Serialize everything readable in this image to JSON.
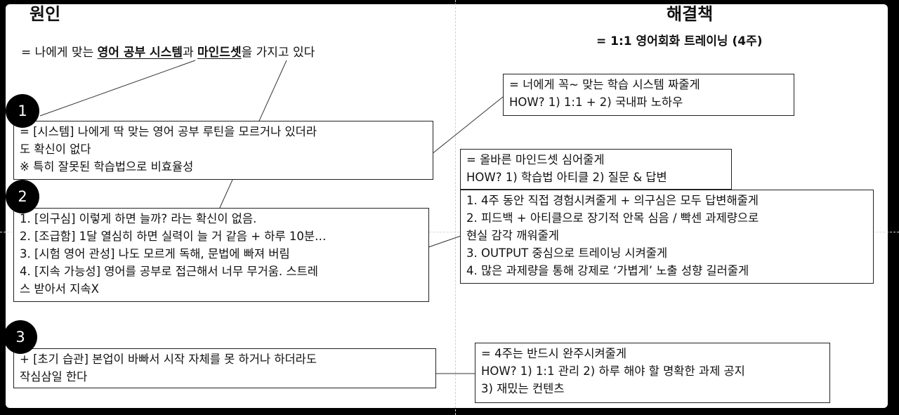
{
  "left": {
    "title": "원인",
    "intro": {
      "before": "= 나에게 맞는 ",
      "em1": "영어 공부 시스템",
      "mid": "과 ",
      "em2": "마인드셋",
      "after": "을 가지고 있다"
    },
    "badges": [
      "1",
      "2",
      "3"
    ],
    "cause1": [
      "= [시스템] 나에게 딱 맞는 영어 공부 루틴을 모르거나 있더라",
      "도 확신이 없다",
      "※ 특히 잘못된 학습법으로 비효율성"
    ],
    "cause2": [
      "1. [의구심] 이렇게 하면 늘까? 라는 확신이 없음.",
      "2. [조급함] 1달 열심히 하면 실력이 늘 거 같음 + 하루 10분…",
      "3. [시험 영어 관성] 나도 모르게 독해, 문법에 빠져 버림",
      "4. [지속 가능성] 영어를 공부로 접근해서 너무 무거움. 스트레",
      "스 받아서 지속X"
    ],
    "cause3": [
      "+ [초기 습관] 본업이 바빠서 시작 자체를 못 하거나 하더라도",
      "작심삼일 한다"
    ]
  },
  "right": {
    "title": "해결책",
    "subtitle": "= 1:1 영어회화 트레이닝  (4주)",
    "solution1": [
      "= 너에게 꼭~ 맞는 학습 시스템 짜줄게",
      "HOW?  1) 1:1 +  2) 국내파 노하우"
    ],
    "solution2a": [
      "= 올바른 마인드셋 심어줄게",
      "HOW? 1) 학습법 아티클 2) 질문 & 답변"
    ],
    "solution2b": [
      "1. 4주 동안 직접 경험시켜줄게 + 의구심은 모두 답변해줄게",
      "2. 피드백 + 아티클으로 장기적 안목 심음  / 빡센 과제량으로",
      "현실 감각 깨워줄게",
      "3. OUTPUT 중심으로 트레이닝 시켜줄게",
      "4. 많은 과제량을 통해 강제로 ‘가볍게’ 노출 성향 길러줄게"
    ],
    "solution3": [
      "= 4주는 반드시 완주시켜줄게",
      "HOW? 1) 1:1 관리 2) 하루 해야 할 명확한 과제 공지",
      "3) 재밌는 컨텐츠"
    ]
  }
}
